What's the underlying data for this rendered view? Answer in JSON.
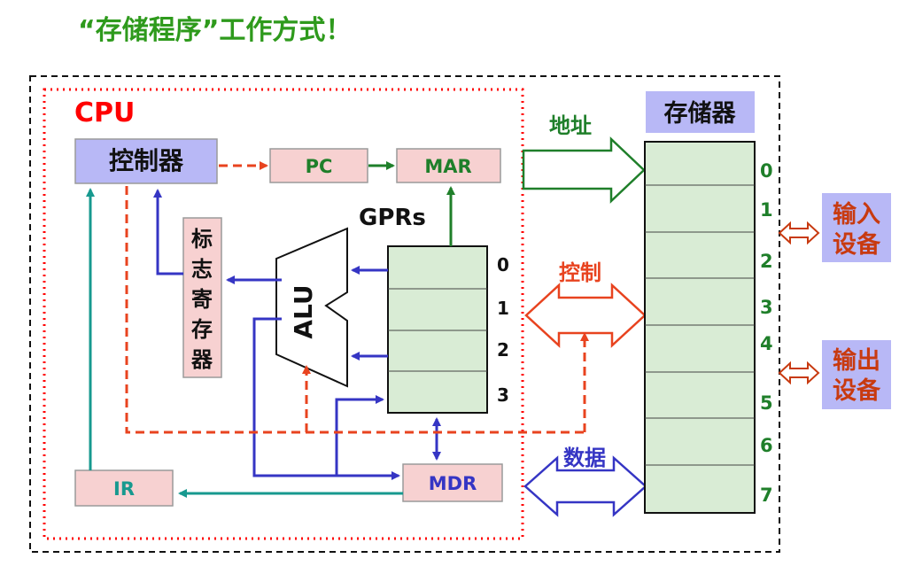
{
  "title": "“存储程序”工作方式！",
  "cpu": {
    "label": "CPU",
    "controller": "控制器",
    "pc": "PC",
    "mar": "MAR",
    "flags_register": [
      "标",
      "志",
      "寄",
      "存",
      "器"
    ],
    "alu": "ALU",
    "gprs": {
      "label": "GPRs",
      "indices": [
        "0",
        "1",
        "2",
        "3"
      ]
    },
    "ir": "IR",
    "mdr": "MDR"
  },
  "buses": {
    "address": "地址",
    "control": "控制",
    "data": "数据"
  },
  "memory": {
    "label": "存储器",
    "indices": [
      "0",
      "1",
      "2",
      "3",
      "4",
      "5",
      "6",
      "7"
    ]
  },
  "devices": {
    "input": [
      "输入",
      "设备"
    ],
    "output": [
      "输出",
      "设备"
    ]
  },
  "colors": {
    "title_green": "#2e9a1c",
    "cpu_red": "#ff0000",
    "orange": "#e8431f",
    "green": "#1f7f2a",
    "blue": "#3535c4",
    "teal": "#17998f",
    "controller_fill": "#b8b8f6",
    "register_fill": "#f7d1d1",
    "gpr_fill": "#d9ecd5",
    "device_text": "#c83a10"
  }
}
